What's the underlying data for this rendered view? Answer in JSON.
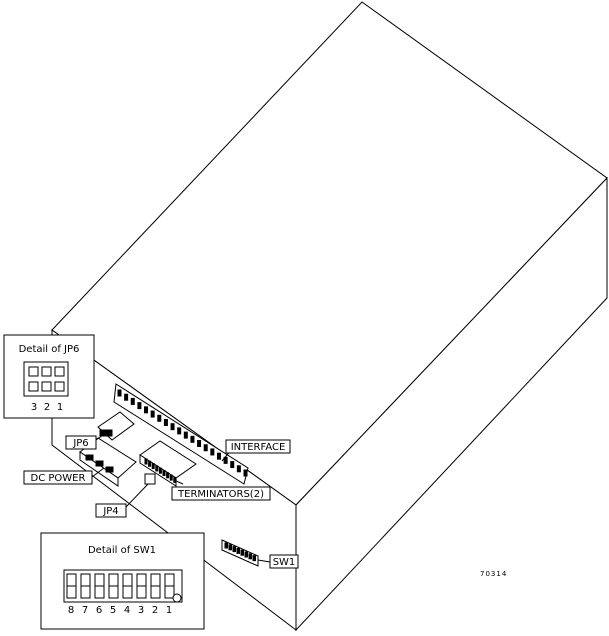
{
  "diagram": {
    "labels": {
      "jp6_detail_title": "Detail of JP6",
      "jp6_pins": [
        "3",
        "2",
        "1"
      ],
      "jp6": "JP6",
      "dc_power": "DC POWER",
      "interface": "INTERFACE",
      "terminators": "TERMINATORS(2)",
      "jp4": "JP4",
      "sw1": "SW1",
      "sw1_detail_title": "Detail of SW1",
      "sw1_switches": [
        "8",
        "7",
        "6",
        "5",
        "4",
        "3",
        "2",
        "1"
      ],
      "figure_code": "70314"
    }
  }
}
